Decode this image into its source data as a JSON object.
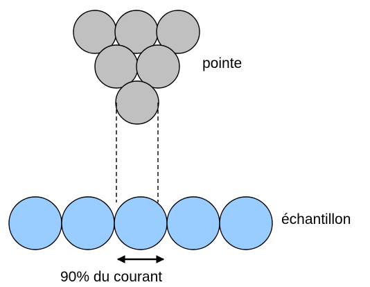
{
  "labels": {
    "tip": "pointe",
    "sample": "échantillon",
    "current": "90% du courant"
  },
  "colors": {
    "tip_atom_fill": "#c0c0c0",
    "sample_atom_fill": "#99ccff",
    "outline": "#000000",
    "background": "#ffffff"
  },
  "tip": {
    "rows_atom_count": [
      3,
      2,
      1
    ]
  },
  "sample": {
    "atom_count": 5
  }
}
